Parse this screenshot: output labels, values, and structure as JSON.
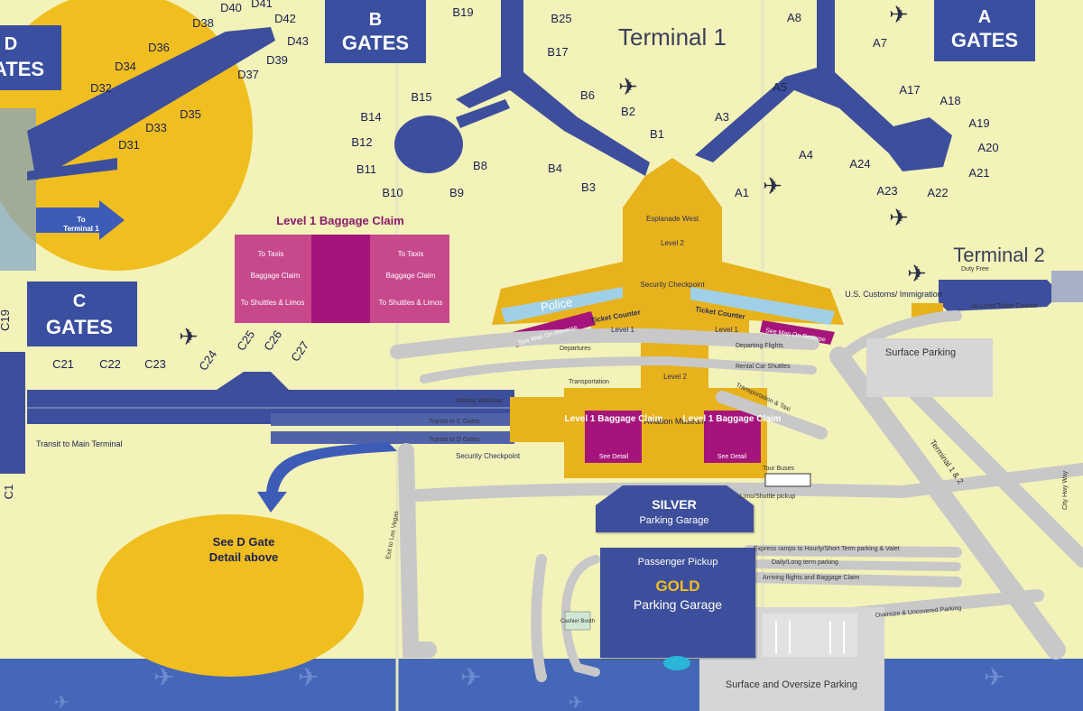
{
  "terminals": {
    "t1": "Terminal 1",
    "t2": "Terminal 2"
  },
  "gate_boxes": {
    "a": {
      "letter": "A",
      "word": "GATES"
    },
    "b": {
      "letter": "B",
      "word": "GATES"
    },
    "c": {
      "letter": "C",
      "word": "GATES"
    },
    "d": {
      "letter": "D",
      "word": "GATES"
    }
  },
  "gates": {
    "a": [
      "A1",
      "A3",
      "A4",
      "A5",
      "A7",
      "A8",
      "A17",
      "A18",
      "A19",
      "A20",
      "A21",
      "A22",
      "A23",
      "A24"
    ],
    "b": [
      "B1",
      "B2",
      "B3",
      "B4",
      "B6",
      "B8",
      "B9",
      "B10",
      "B11",
      "B12",
      "B14",
      "B15",
      "B17",
      "B19",
      "B25"
    ],
    "c": [
      "C1",
      "C19",
      "C21",
      "C22",
      "C23",
      "C24",
      "C25",
      "C26",
      "C27"
    ],
    "d": [
      "D31",
      "D32",
      "D33",
      "D34",
      "D35",
      "D36",
      "D37",
      "D38",
      "D39",
      "D40",
      "D41",
      "D42",
      "D43"
    ]
  },
  "baggage": {
    "title": "Level 1 Baggage Claim",
    "to_taxis": "To Taxis",
    "baggage_claim": "Baggage Claim",
    "to_shuttles": "To Shuttles & Limos",
    "center_label": "Level 1 Baggage Claim",
    "see_detail": "See Detail"
  },
  "terminal_labels": {
    "security_checkpoint": "Security Checkpoint",
    "police": "Police",
    "ticket_counter": "Ticket Counter",
    "level1": "Level 1",
    "level2": "Level 2",
    "see_map_reverse": "See Map On Reverse",
    "esplanade": "Esplanade West",
    "departures": "Departures",
    "transportation": "Transportation",
    "aviation_museum": "Aviation Museum",
    "moving_walkway": "Moving Walkway",
    "transit_c": "Transit to C Gates",
    "transit_d": "Transit to D Gates",
    "transit_main": "Transit to Main Terminal",
    "to_terminal1": "To Terminal 1",
    "departing_flights": "Departing Flights",
    "rental_car": "Rental Car Shuttles",
    "transportation_taxi": "Transportation & Taxi",
    "tour_buses": "Tour Buses",
    "limo_shuttle": "Limo/Shuttle pickup",
    "customs": "U.S. Customs/ Immigration",
    "duty_free": "Duty Free",
    "first_level_ticket": "1st Level Ticket Counter"
  },
  "parking": {
    "silver": "SILVER",
    "silver_sub": "Parking Garage",
    "passenger_pickup": "Passenger Pickup",
    "gold": "GOLD",
    "gold_sub": "Parking Garage",
    "surface": "Surface Parking",
    "surface_oversize": "Surface and Oversize Parking",
    "see_d": "See D Gate Detail above",
    "cashier": "Cashier Booth"
  },
  "roads": {
    "express": "Express ramps to Hourly/Short Term parking & Valet",
    "daily": "Daily/Long term parking",
    "arriving": "Arriving flights and Baggage Claim",
    "oversize": "Oversize & Uncovered Parking",
    "terminal12": "Terminal 1 & 2",
    "exit": "Exit to Las Vegas",
    "kiosk": "City Hwy Way"
  },
  "colors": {
    "background": "#f3f2b8",
    "gate_box": "#3a4fa0",
    "concourse": "#3d4f9c",
    "terminal_gold": "#e8b21c",
    "magenta": "#a5147a",
    "pink": "#c8488c",
    "road": "#c8c8c8",
    "water": "#4567b8",
    "gold_circle": "#f0be1f"
  }
}
